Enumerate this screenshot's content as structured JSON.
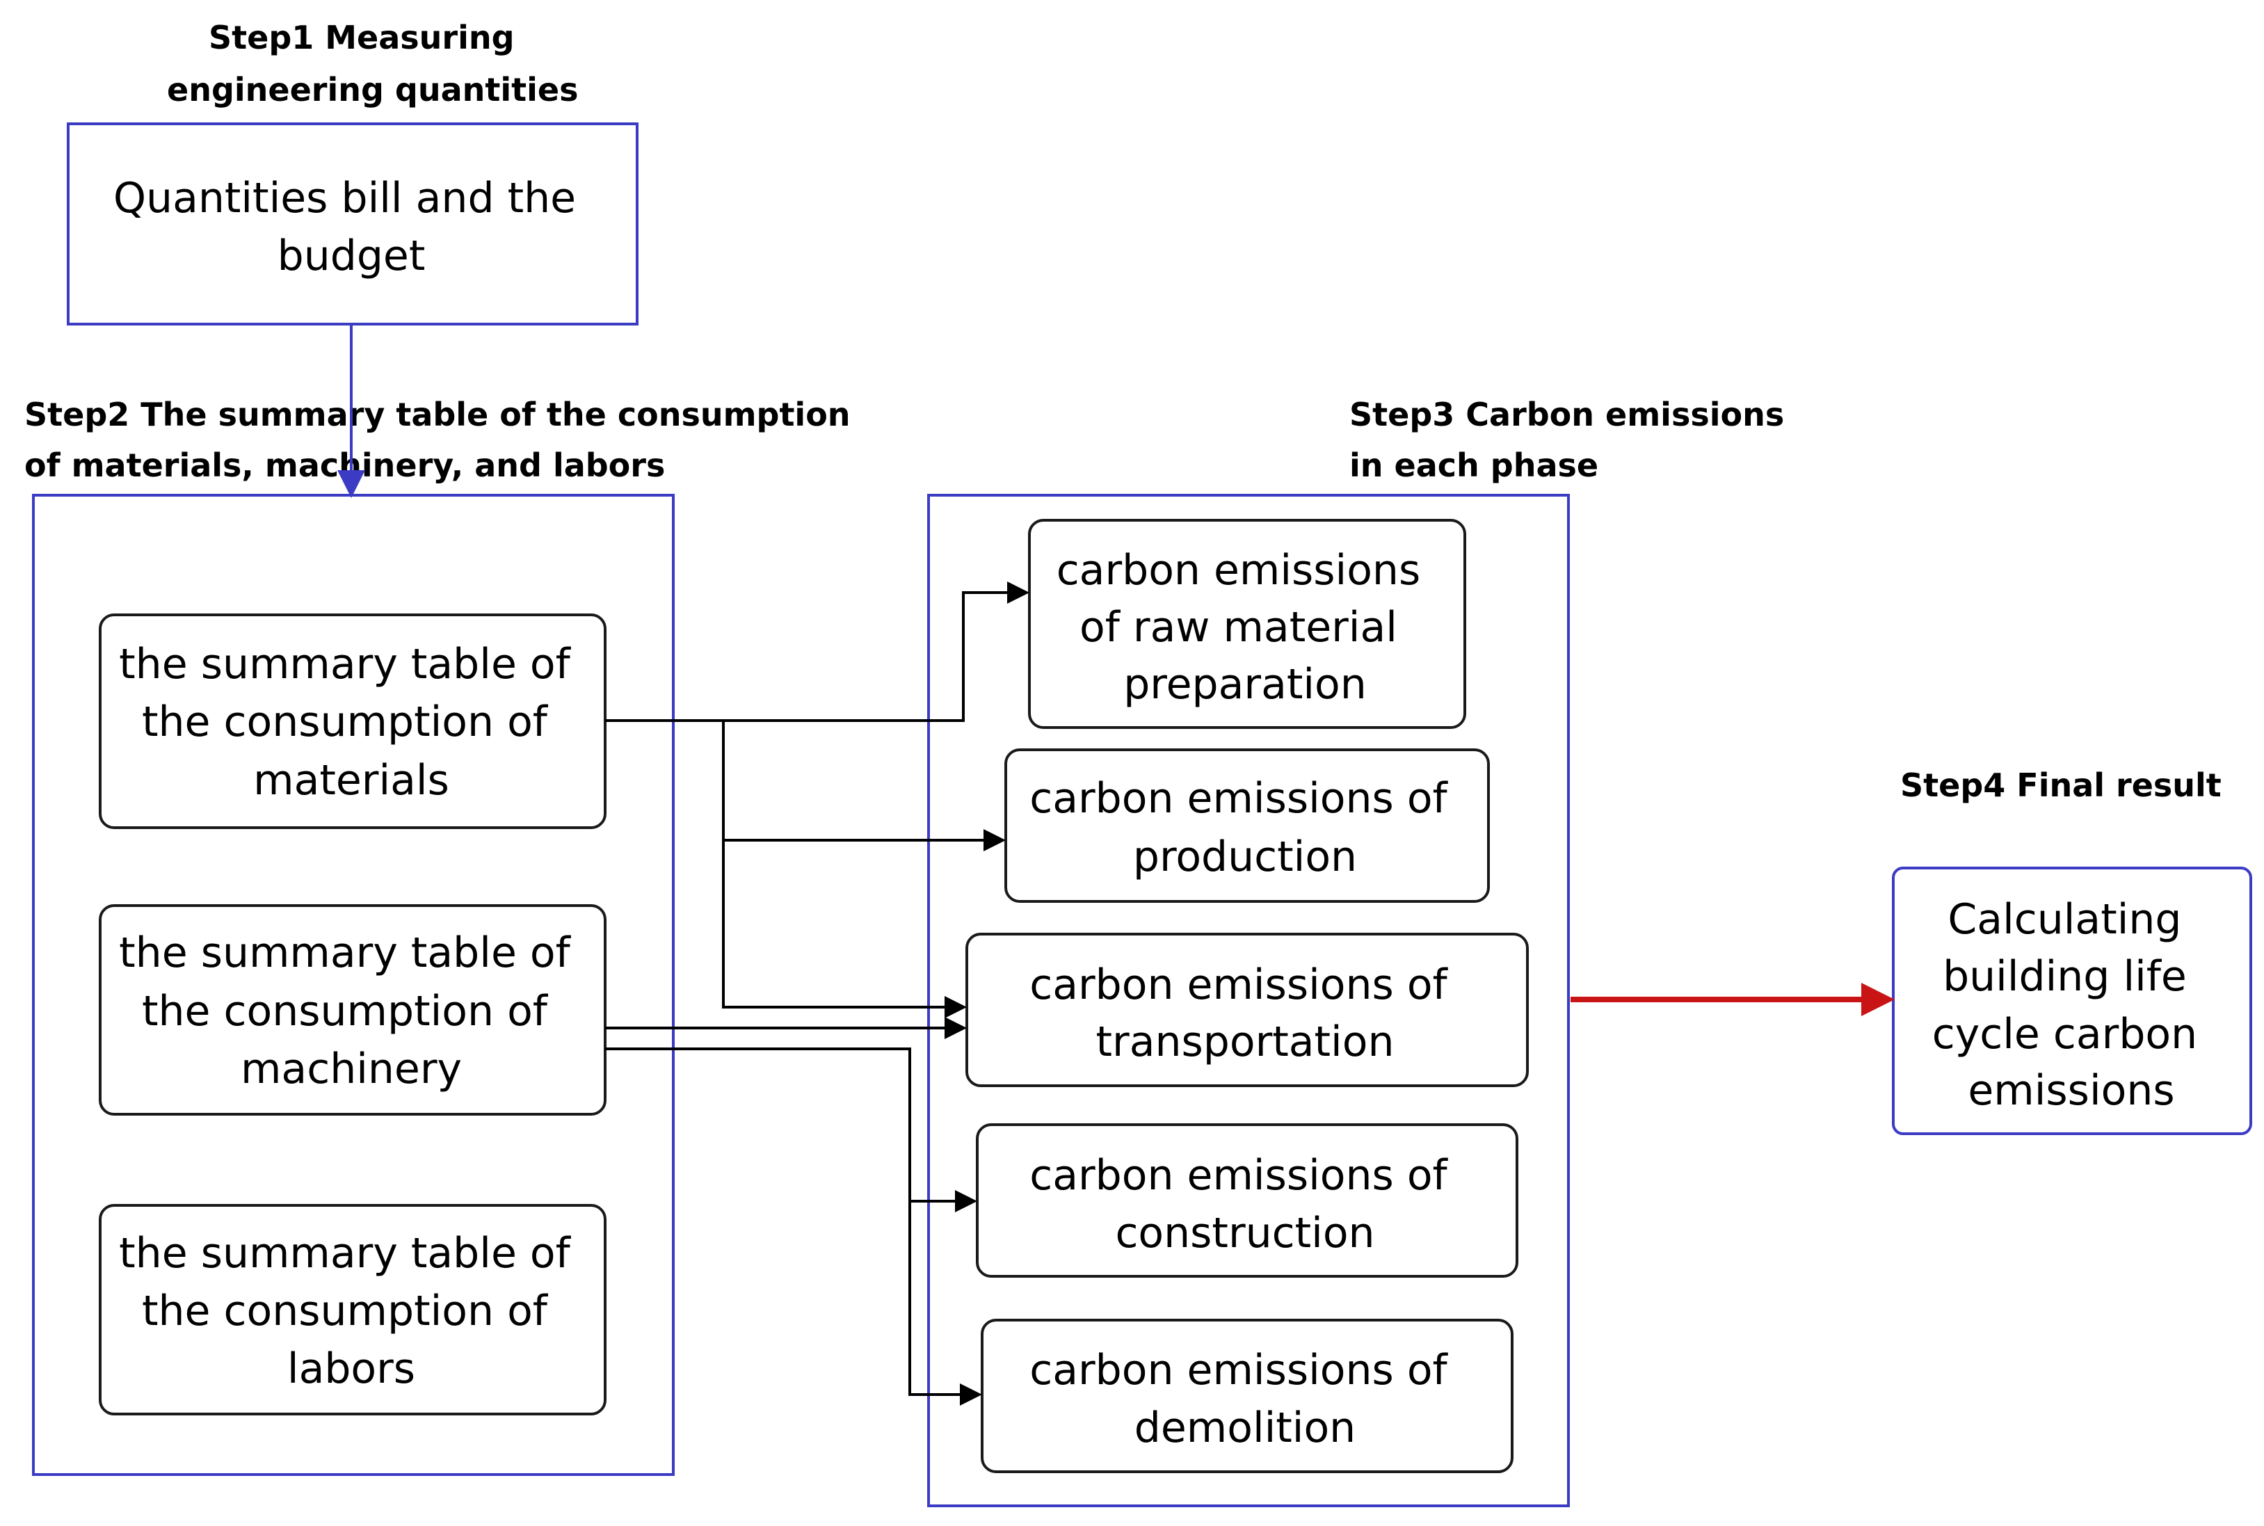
{
  "colors": {
    "frame_blue": "#3b3bc4",
    "arrow_red": "#c81414",
    "arrow_black": "#000000",
    "text": "#000000"
  },
  "step1": {
    "heading": [
      "Step1   Measuring",
      "engineering quantities"
    ],
    "box_text": [
      "Quantities bill and the",
      "budget"
    ]
  },
  "step2": {
    "heading": [
      "Step2   The summary table of the consumption",
      "of materials,  machinery,  and labors"
    ],
    "tables": [
      [
        "the summary table of",
        "the consumption of",
        "materials"
      ],
      [
        "the summary table of",
        "the consumption of",
        "machinery"
      ],
      [
        "the summary table of",
        "the consumption of",
        "labors"
      ]
    ]
  },
  "step3": {
    "heading": [
      "Step3 Carbon emissions",
      "in each phase"
    ],
    "phases": [
      [
        "carbon emissions",
        "of  raw material",
        "preparation"
      ],
      [
        "carbon emissions of",
        "production"
      ],
      [
        "carbon emissions of",
        "transportation"
      ],
      [
        "carbon emissions of",
        "construction"
      ],
      [
        "carbon emissions of",
        "demolition"
      ]
    ]
  },
  "step4": {
    "heading": [
      "Step4  Final result"
    ],
    "result_text": [
      "Calculating",
      "building life",
      "cycle carbon",
      "emissions"
    ]
  }
}
